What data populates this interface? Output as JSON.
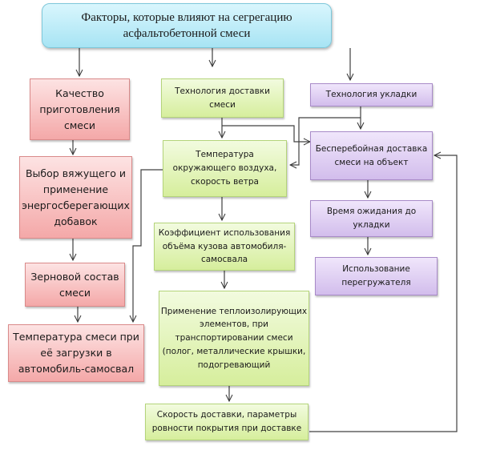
{
  "title": "Факторы, которые влияют на сегрегацию асфальтобетонной смеси",
  "columns": {
    "left": {
      "color": "#f4a8a8",
      "boxes": [
        "Качество приготовления смеси",
        "Выбор вяжущего и применение энергосберегающих добавок",
        "Зерновой состав смеси",
        "Температура смеси при её загрузки в автомобиль-самосвал"
      ]
    },
    "middle": {
      "color": "#d6ee9c",
      "boxes": [
        "Технология доставки смеси",
        "Температура окружающего воздуха, скорость ветра",
        "Коэффициент использования объёма кузова автомобиля-самосвала",
        "Применение теплоизолирующих элементов, при транспортировании смеси (полог, металлические крышки, подогревающий",
        "Скорость доставки, параметры ровности покрытия при доставке"
      ]
    },
    "right": {
      "color": "#d2bdec",
      "boxes": [
        "Технология укладки",
        "Бесперебойная доставка смеси на объект",
        "Время ожидания до укладки",
        "Использование перегружателя"
      ]
    }
  }
}
